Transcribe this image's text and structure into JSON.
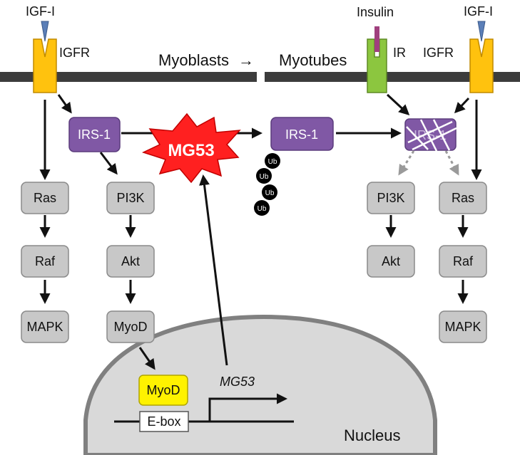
{
  "labels": {
    "igf_left": "IGF-I",
    "igfr_left": "IGFR",
    "insulin": "Insulin",
    "ir": "IR",
    "igf_right": "IGF-I",
    "igfr_right": "IGFR",
    "myoblasts": "Myoblasts",
    "transition_arrow": "→",
    "myotubes": "Myotubes",
    "mg53_protein": "MG53",
    "mg53_gene": "MG53",
    "nucleus": "Nucleus",
    "ebox": "E-box",
    "ubiquitin": "Ub"
  },
  "left_pathway": {
    "irs1": "IRS-1",
    "ras": "Ras",
    "raf": "Raf",
    "mapk": "MAPK",
    "pi3k": "PI3K",
    "akt": "Akt",
    "myod": "MyoD",
    "myod_nuclear": "MyoD"
  },
  "right_pathway": {
    "irs1_ubiquitinated": "IRS-1",
    "irs1_degraded": "IRS-1",
    "pi3k": "PI3K",
    "akt": "Akt",
    "ras": "Ras",
    "raf": "Raf",
    "mapk": "MAPK"
  },
  "colors": {
    "membrane": "#3c3c3c",
    "irs1_fill": "#8058a5",
    "node_fill": "#c8c8c8",
    "node_stroke": "#8a8a8a",
    "igfr_fill": "#ffc20e",
    "ir_fill": "#8cc63f",
    "ligand_blue": "#5b7fb8",
    "insulin_purple": "#a0407e",
    "mg53_red": "#ff2020",
    "myod_yellow": "#fff200",
    "nucleus_fill": "#d9d9d9",
    "nucleus_edge": "#808080"
  }
}
